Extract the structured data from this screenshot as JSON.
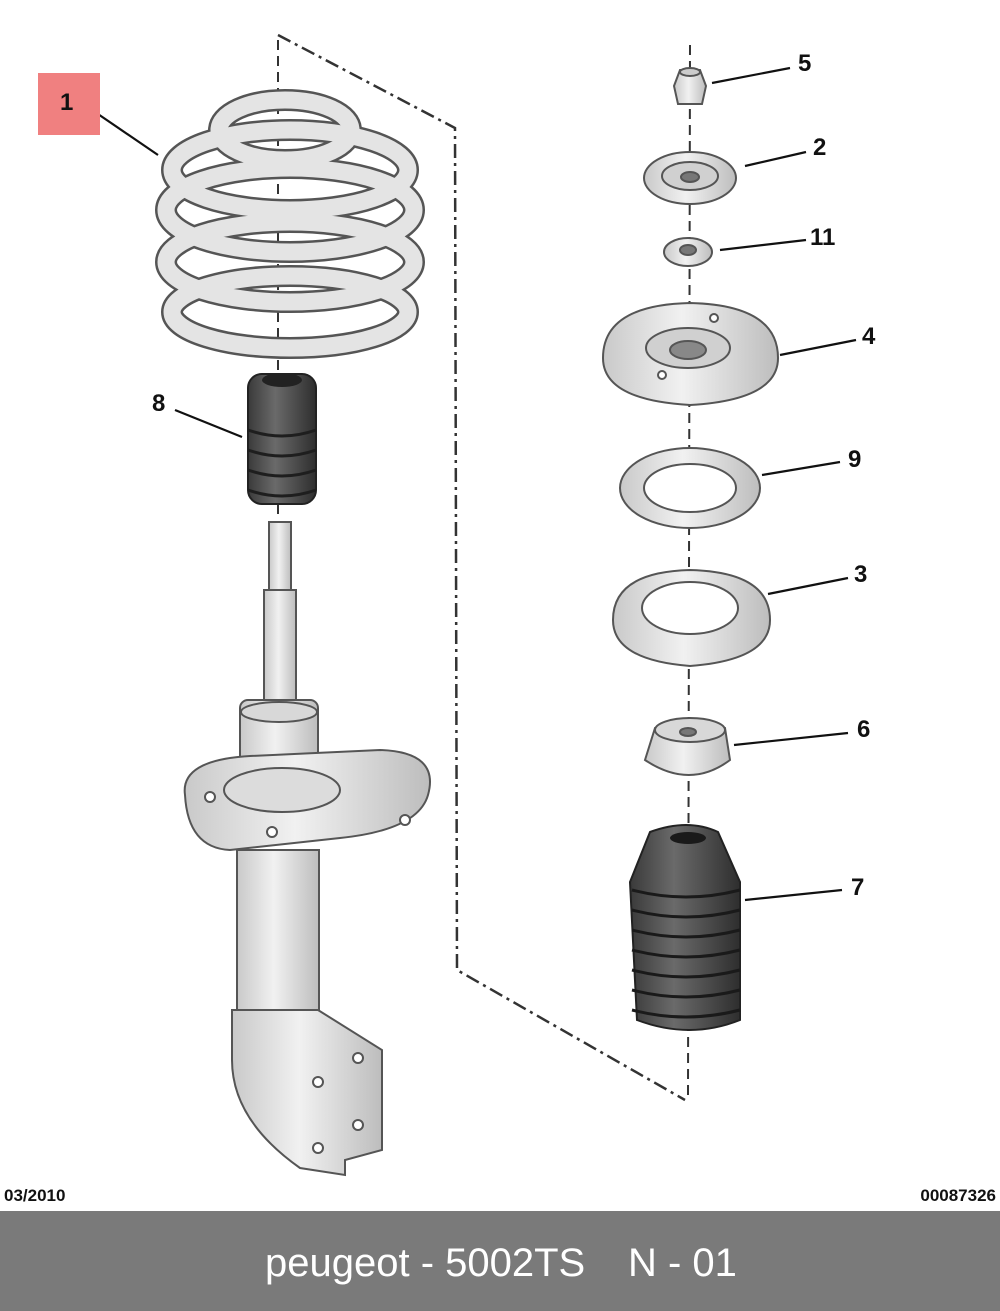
{
  "callouts": {
    "spring": "1",
    "cup_washer": "2",
    "spring_seat": "3",
    "strut_mount": "4",
    "nut": "5",
    "stop_cup": "6",
    "dust_boot": "7",
    "bump_stop": "8",
    "bearing": "9",
    "small_washer": "11"
  },
  "footer_left": "03/2010",
  "footer_right": "00087326",
  "bar": {
    "brand_part": "peugeot - 5002TS",
    "variant": "N - 01"
  },
  "colors": {
    "part_fill": "#e2e2e2",
    "part_stroke": "#555555",
    "rubber_fill": "#4a4a4a",
    "highlight_box": "#f08080",
    "footer_bar": "#7a7a7a"
  }
}
